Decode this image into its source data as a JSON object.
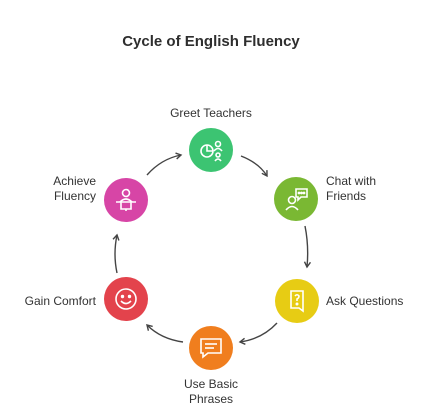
{
  "title": "Cycle of English Fluency",
  "nodes": [
    {
      "id": "greet",
      "label_lines": [
        "Greet Teachers"
      ],
      "color": "#3cc472",
      "icon": "classroom-icon"
    },
    {
      "id": "chat",
      "label_lines": [
        "Chat with",
        "Friends"
      ],
      "color": "#7ab833",
      "icon": "chat-user-icon"
    },
    {
      "id": "ask",
      "label_lines": [
        "Ask Questions"
      ],
      "color": "#e7cc14",
      "icon": "question-document-icon"
    },
    {
      "id": "phrases",
      "label_lines": [
        "Use Basic",
        "Phrases"
      ],
      "color": "#f07e1e",
      "icon": "message-lines-icon"
    },
    {
      "id": "comfort",
      "label_lines": [
        "Gain Comfort"
      ],
      "color": "#e3434c",
      "icon": "smiley-face-icon"
    },
    {
      "id": "achieve",
      "label_lines": [
        "Achieve",
        "Fluency"
      ],
      "color": "#d745a6",
      "icon": "speaker-podium-icon"
    }
  ]
}
